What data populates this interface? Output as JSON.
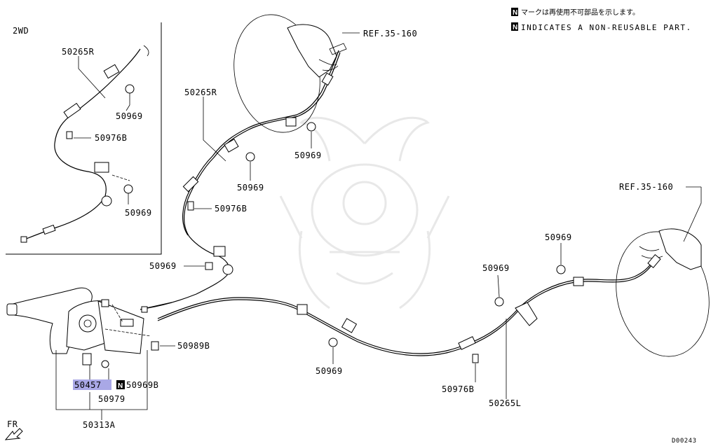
{
  "notes": {
    "badge": "N",
    "japanese": "マークは再使用不可部品を示します。",
    "english": "INDICATES A NON-REUSABLE PART."
  },
  "inset": {
    "title": "2WD",
    "labels": {
      "cable": "50265R",
      "clip_top": "50969",
      "bolt": "50976B",
      "clip_bottom": "50969"
    }
  },
  "main": {
    "ref_top": "REF.35-160",
    "ref_right": "REF.35-160",
    "cable_right_upper": "50265R",
    "clip_a": "50969",
    "clip_b": "50969",
    "bolt_a": "50976B",
    "clip_c": "50969",
    "clip_d": "50969",
    "clip_e": "50969",
    "clip_f": "50969",
    "bolt_b": "50976B",
    "cable_left": "50265L",
    "bolt_lever": "50989B",
    "nut_lever": "50969B",
    "lever_part": "50457",
    "lever_badge": "N",
    "lever_sub": "50979",
    "lever_assembly": "50313A",
    "fr_label": "FR",
    "doc_code": "D00243"
  },
  "colors": {
    "highlight": "#a9a8e6",
    "ink": "#000000",
    "watermark": "#e8e8e8"
  }
}
